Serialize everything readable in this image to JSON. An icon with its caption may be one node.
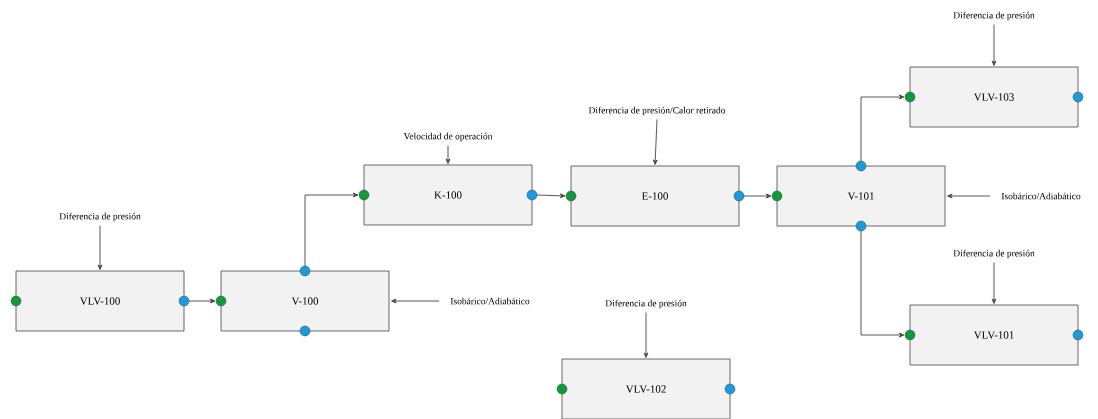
{
  "diagram": {
    "nodes": [
      {
        "text": [
          "Diferencia de presión"
        ]
      },
      {
        "text": [
          "VLV-100"
        ]
      },
      {
        "text": [
          "V-100"
        ]
      },
      {
        "text": [
          "Isobárico/Adiabático"
        ]
      },
      {
        "text": [
          "Velocidad de operación"
        ]
      },
      {
        "text": [
          "K-100"
        ]
      },
      {
        "text": [
          "Diferencia de presión/Calor retirado"
        ]
      },
      {
        "text": [
          "E-100"
        ]
      },
      {
        "text": [
          "V-101"
        ]
      },
      {
        "text": [
          "Isobárico/Adiabático"
        ]
      },
      {
        "text": [
          "Diferencia de presión"
        ]
      },
      {
        "text": [
          "VLV-103"
        ]
      },
      {
        "text": [
          "Diferencia de presión"
        ]
      },
      {
        "text": [
          "VLV-101"
        ]
      },
      {
        "text": [
          "Diferencia de presión"
        ]
      },
      {
        "text": [
          "VLV-102"
        ]
      }
    ],
    "edges": [
      {
        "from": 1,
        "to": 2,
        "arrow": "to"
      },
      {
        "from": 2,
        "to": 5,
        "arrow": "to"
      },
      {
        "from": 5,
        "to": 7,
        "arrow": "to"
      },
      {
        "from": 7,
        "to": 8,
        "arrow": "to"
      },
      {
        "from": 8,
        "to": 11,
        "arrow": "to"
      },
      {
        "from": 8,
        "to": 13,
        "arrow": "to"
      },
      {
        "from": 0,
        "to": 1,
        "arrow": "to"
      },
      {
        "from": 3,
        "to": 2,
        "arrow": "to"
      },
      {
        "from": 4,
        "to": 5,
        "arrow": "to"
      },
      {
        "from": 6,
        "to": 7,
        "arrow": "to"
      },
      {
        "from": 9,
        "to": 8,
        "arrow": "to"
      },
      {
        "from": 10,
        "to": 11,
        "arrow": "to"
      },
      {
        "from": 12,
        "to": 13,
        "arrow": "to"
      },
      {
        "from": 14,
        "to": 15,
        "arrow": "to"
      }
    ]
  }
}
